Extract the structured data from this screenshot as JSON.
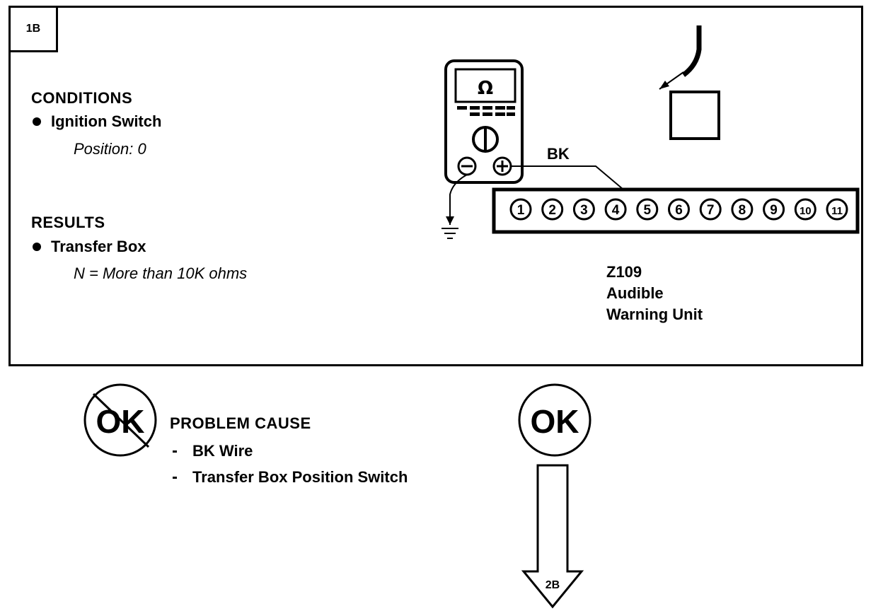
{
  "step": {
    "label": "1B"
  },
  "conditions": {
    "heading": "CONDITIONS",
    "item": "Ignition Switch",
    "detail": "Position: 0"
  },
  "results": {
    "heading": "RESULTS",
    "item": "Transfer Box",
    "detail": "N = More than 10K ohms"
  },
  "meter": {
    "symbol": "Ω"
  },
  "wire": {
    "label": "BK"
  },
  "connector": {
    "pins": [
      "1",
      "2",
      "3",
      "4",
      "5",
      "6",
      "7",
      "8",
      "9",
      "10",
      "11"
    ]
  },
  "unit": {
    "code": "Z109",
    "line1": "Audible",
    "line2": "Warning Unit"
  },
  "outcome_fail": {
    "badge": "OK",
    "heading": "PROBLEM CAUSE",
    "causes": [
      "BK Wire",
      "Transfer Box Position Switch"
    ]
  },
  "outcome_pass": {
    "badge": "OK",
    "next_step": "2B"
  }
}
